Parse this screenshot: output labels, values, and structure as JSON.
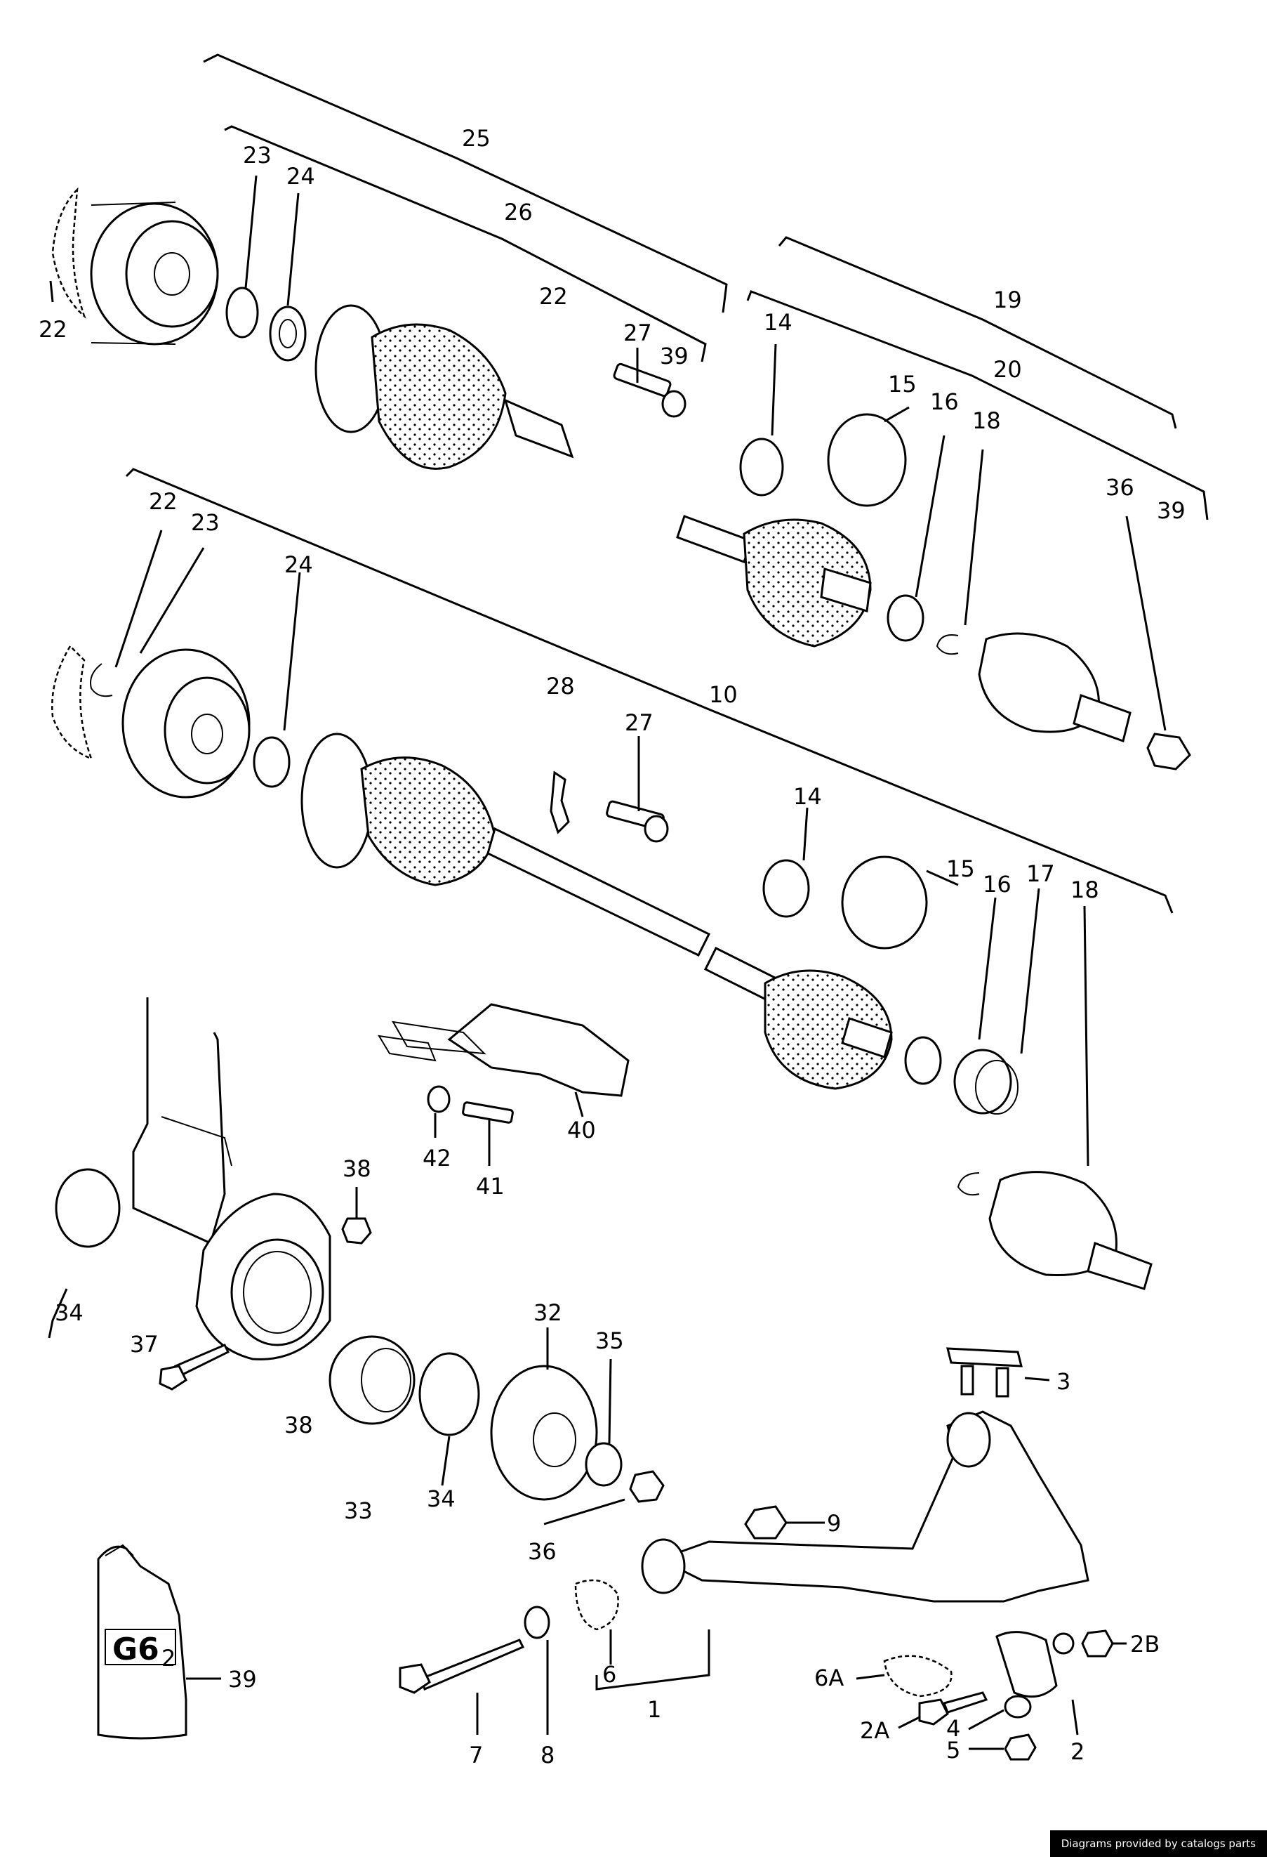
{
  "credit": "Diagrams provided by catalogs parts",
  "tube_label": "G6",
  "tube_label_sub": "2",
  "callouts": {
    "c25": "25",
    "c26": "26",
    "c23a": "23",
    "c24a": "24",
    "c22a": "22",
    "c22b": "22",
    "c27a": "27",
    "c39a": "39",
    "c19": "19",
    "c14a": "14",
    "c15a": "15",
    "c16a": "16",
    "c18a": "18",
    "c20": "20",
    "c36a": "36",
    "c39b": "39",
    "c22c": "22",
    "c23b": "23",
    "c24b": "24",
    "c28": "28",
    "c27b": "27",
    "c10": "10",
    "c14b": "14",
    "c15b": "15",
    "c16b": "16",
    "c17": "17",
    "c18b": "18",
    "c42": "42",
    "c41": "41",
    "c40": "40",
    "c38a": "38",
    "c34a": "34",
    "c37": "37",
    "c32": "32",
    "c35": "35",
    "c38b": "38",
    "c33": "33",
    "c34b": "34",
    "c36b": "36",
    "c3": "3",
    "c9": "9",
    "c2B": "2B",
    "c39c": "39",
    "c7": "7",
    "c8": "8",
    "c6": "6",
    "c1": "1",
    "c6A": "6A",
    "c2A": "2A",
    "c4": "4",
    "c5": "5",
    "c2": "2"
  }
}
